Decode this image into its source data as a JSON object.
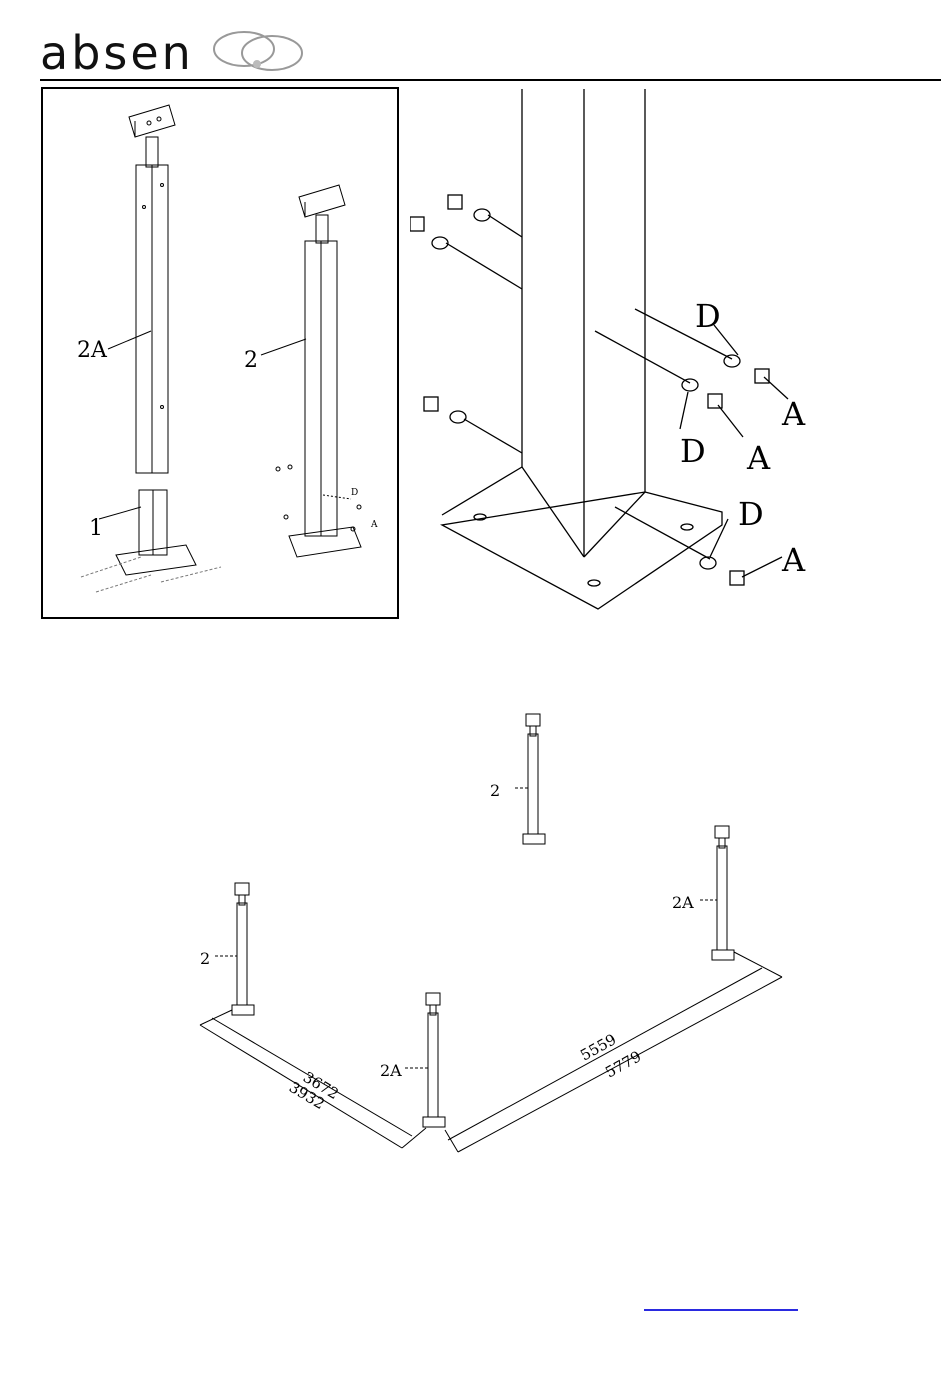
{
  "brand": {
    "name": "absen",
    "logo_icon": "interlocking-rings-icon"
  },
  "panel1": {
    "labels": {
      "post_2a": "2A",
      "post_2": "2",
      "base": "1",
      "d": "D",
      "a": "A"
    }
  },
  "detail": {
    "callouts": [
      "D",
      "A",
      "D",
      "A",
      "D",
      "A"
    ]
  },
  "layout": {
    "post_labels": [
      "2",
      "2A",
      "2",
      "2A"
    ],
    "dimensions": {
      "inner_short": "3672",
      "outer_short": "3932",
      "inner_long": "5559",
      "outer_long": "5779"
    }
  },
  "footer": {
    "link_color": "#2a2ae0"
  }
}
